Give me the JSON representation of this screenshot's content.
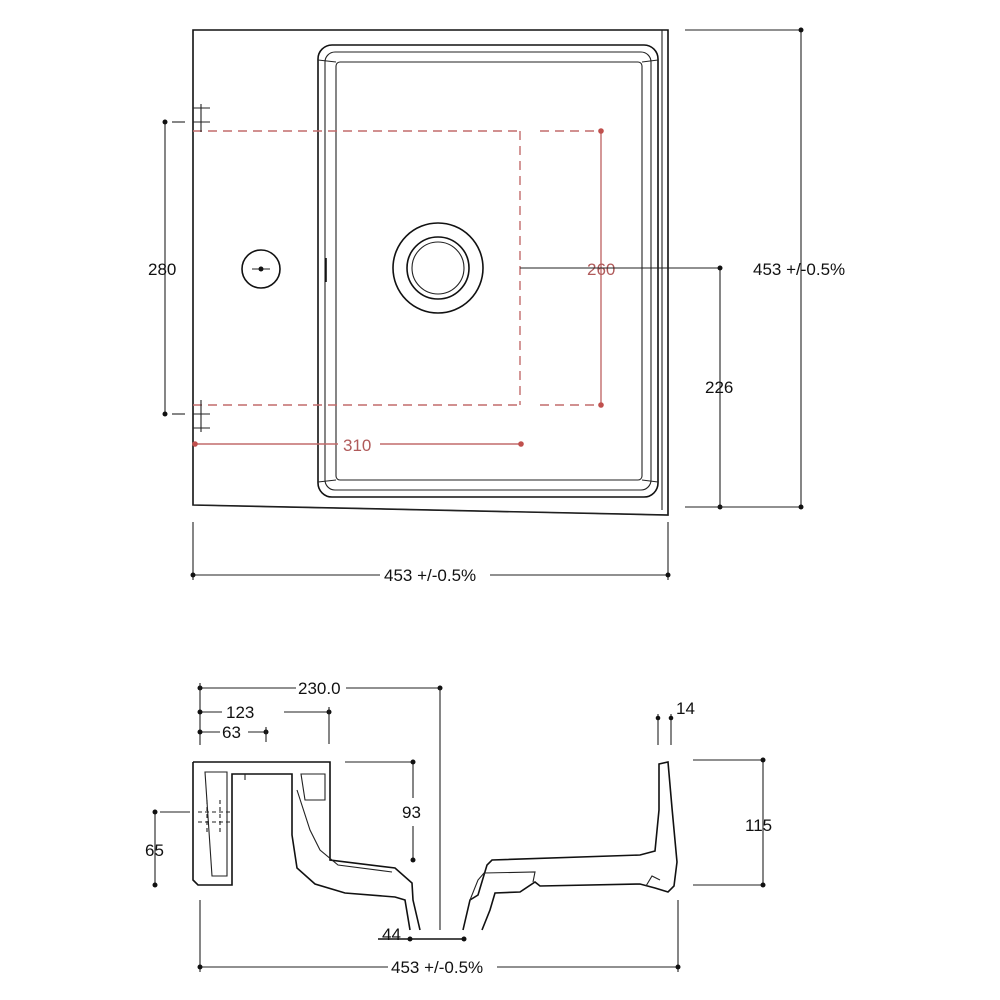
{
  "top_view": {
    "dim_overall_width": "453 +/-0.5%",
    "dim_overall_depth": "453 +/-0.5%",
    "dim_cutout_height": "280",
    "dim_cutout_width": "310",
    "dim_inner_height": "260",
    "dim_drain_offset": "226"
  },
  "section_view": {
    "dim_drain_center": "230.0",
    "dim_tap_center": "123",
    "dim_tap_offset": "63",
    "dim_overflow_height": "65",
    "dim_bowl_depth": "93",
    "dim_wall_thickness": "14",
    "dim_total_height": "115",
    "dim_outlet": "44",
    "dim_overall_width": "453 +/-0.5%"
  }
}
